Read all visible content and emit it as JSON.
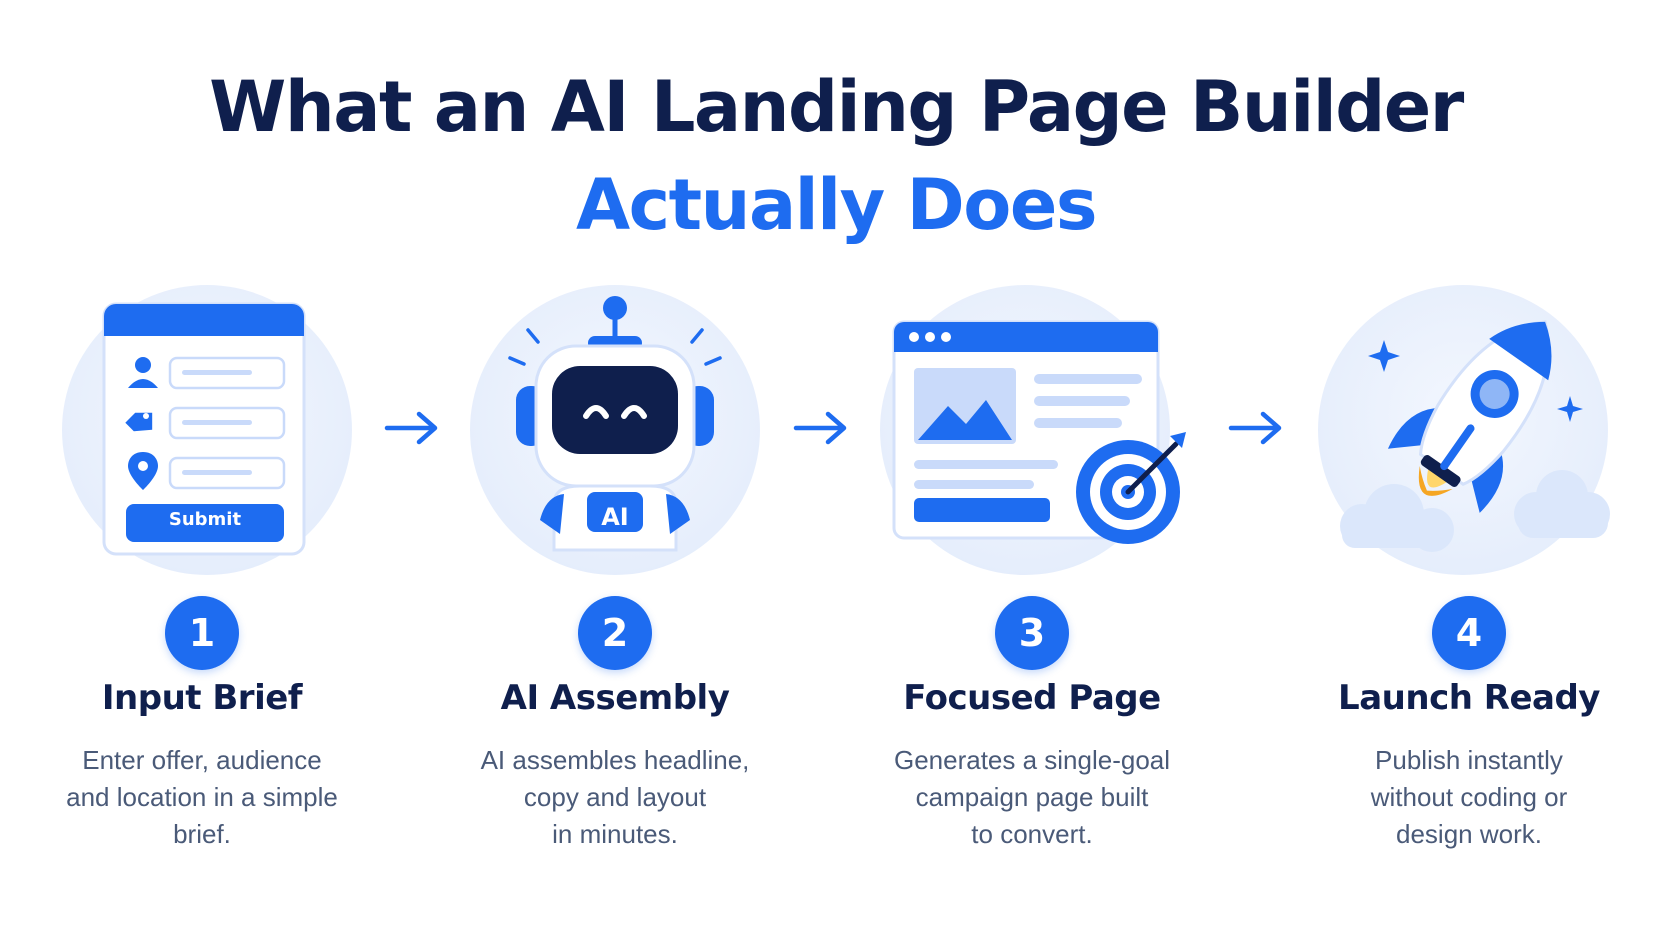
{
  "title": {
    "line1": "What an AI Landing Page Builder",
    "line2": "Actually Does"
  },
  "colors": {
    "navy": "#0f1f4d",
    "blue": "#1e6cf0",
    "light_blue": "#e6eefc",
    "muted_text": "#4a5a78"
  },
  "steps": [
    {
      "number": "1",
      "title": "Input Brief",
      "desc_lines": [
        "Enter offer, audience",
        "and location in a simple",
        "brief."
      ],
      "icon": "form-icon",
      "button_label": "Submit"
    },
    {
      "number": "2",
      "title": "AI Assembly",
      "desc_lines": [
        "AI assembles headline,",
        "copy and layout",
        "in minutes."
      ],
      "icon": "robot-icon",
      "badge_label": "AI"
    },
    {
      "number": "3",
      "title": "Focused Page",
      "desc_lines": [
        "Generates a single-goal",
        "campaign page built",
        "to convert."
      ],
      "icon": "webpage-target-icon"
    },
    {
      "number": "4",
      "title": "Launch Ready",
      "desc_lines": [
        "Publish instantly",
        "without coding or",
        "design work."
      ],
      "icon": "rocket-icon"
    }
  ]
}
